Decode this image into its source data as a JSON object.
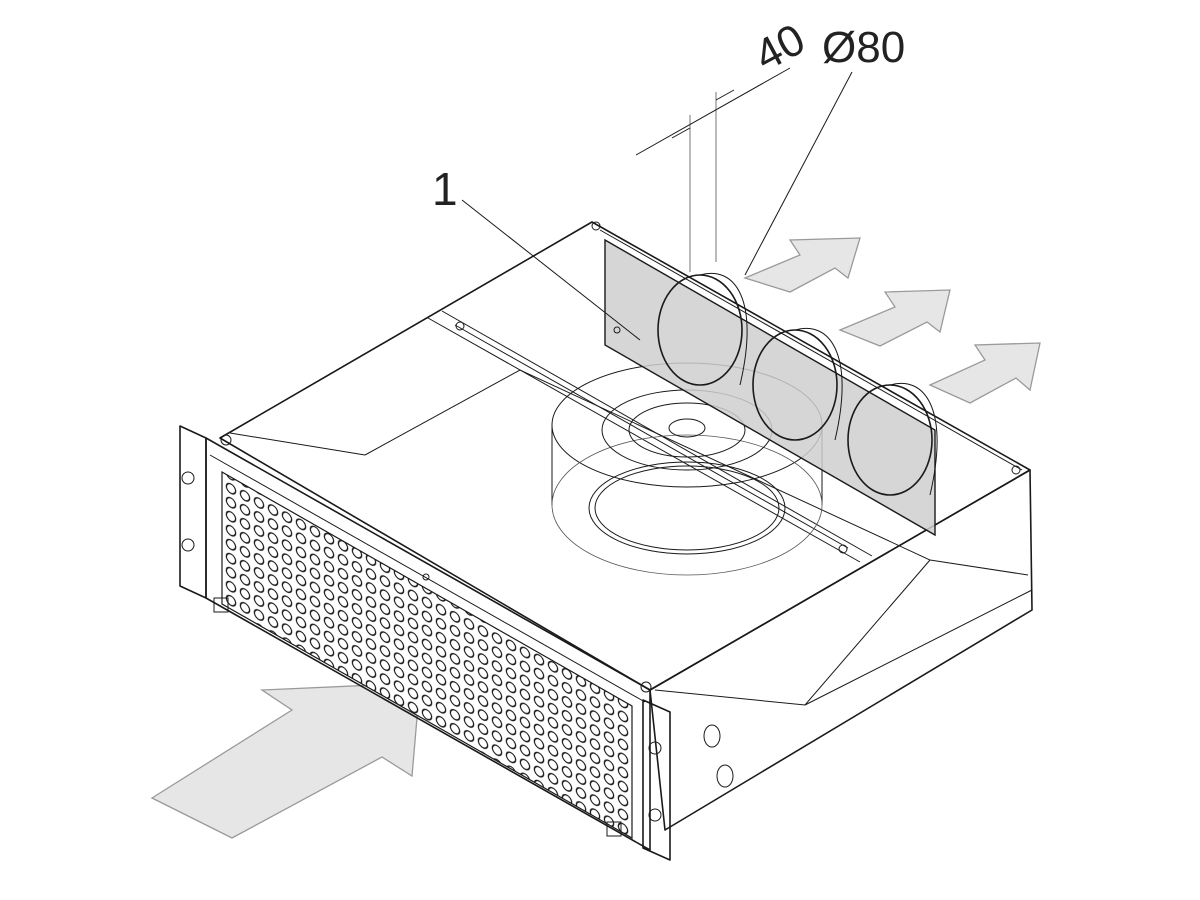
{
  "annotations": {
    "dimension_depth": "40",
    "dimension_diameter": "Ø80",
    "callout_1": "1"
  },
  "colors": {
    "line": "#1a1a1a",
    "arrow_fill": "#e6e6e6",
    "arrow_stroke": "#9a9a9a",
    "panel_fill": "#cfcfcf",
    "body_fill": "#ffffff"
  },
  "icons": {
    "airflow_in": "airflow-arrow-icon",
    "airflow_out": "airflow-arrow-icon",
    "fan": "radial-fan-icon",
    "exhaust_port": "round-duct-icon"
  }
}
